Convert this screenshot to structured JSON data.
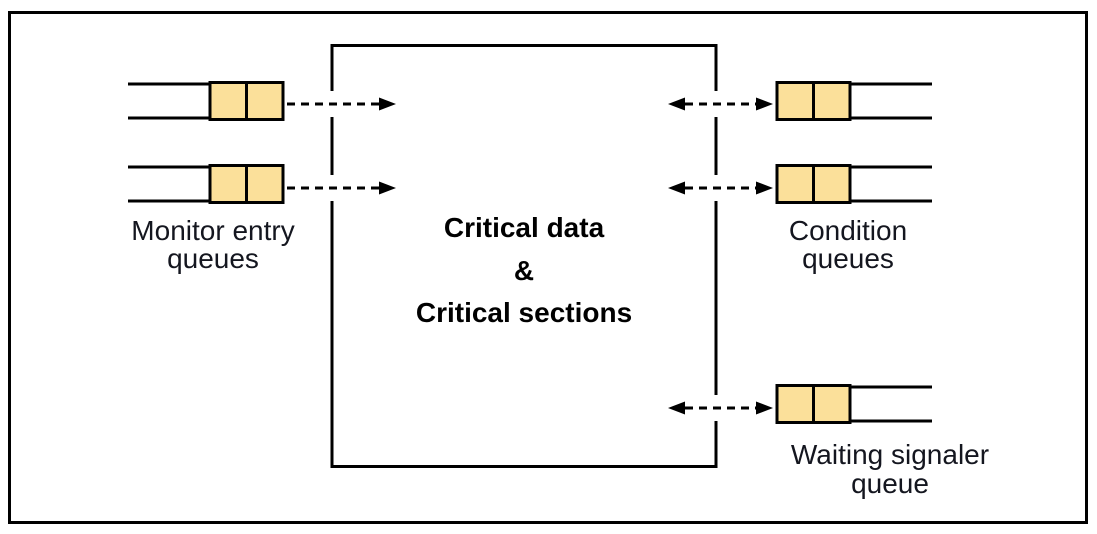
{
  "center_box": {
    "lines": [
      "Critical data",
      "&",
      "Critical sections"
    ]
  },
  "queues": {
    "monitor_entry": {
      "label_line1": "Monitor entry",
      "label_line2": "queues",
      "queue_count": 2,
      "cells_per_queue": 2
    },
    "condition": {
      "label_line1": "Condition",
      "label_line2": "queues",
      "queue_count": 2,
      "cells_per_queue": 2
    },
    "waiting_signaler": {
      "label_line1": "Waiting signaler",
      "label_line2": "queue",
      "queue_count": 1,
      "cells_per_queue": 2
    }
  },
  "colors": {
    "queue_cell": "#FBE09A",
    "stroke": "#000000",
    "label_text": "#14161F",
    "center_text": "#000000",
    "background": "#FFFFFF"
  }
}
